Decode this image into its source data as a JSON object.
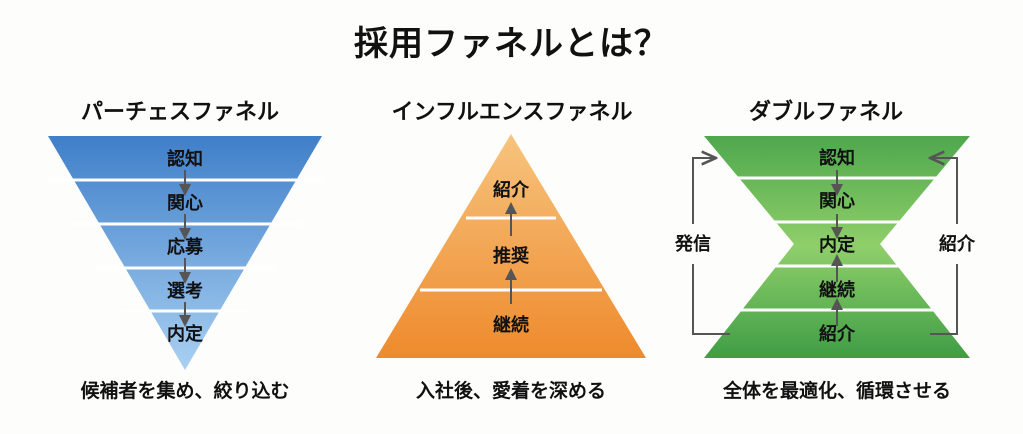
{
  "title": "採用ファネルとは？",
  "purchase": {
    "title": "パーチェスファネル",
    "stages": [
      "認知",
      "関心",
      "応募",
      "選考",
      "内定"
    ],
    "caption": "候補者を集め、絞り込む"
  },
  "influence": {
    "title": "インフルエンスファネル",
    "stages": [
      "紹介",
      "推奨",
      "継続"
    ],
    "caption": "入社後、愛着を深める"
  },
  "double": {
    "title": "ダブルファネル",
    "stages": [
      "認知",
      "関心",
      "内定",
      "継続",
      "紹介"
    ],
    "left_label": "発信",
    "right_label": "紹介",
    "caption": "全体を最適化、循環させる"
  },
  "colors": {
    "purchase": "#4f8fd8",
    "influence": "#f2a24a",
    "double": "#5eb15a"
  }
}
